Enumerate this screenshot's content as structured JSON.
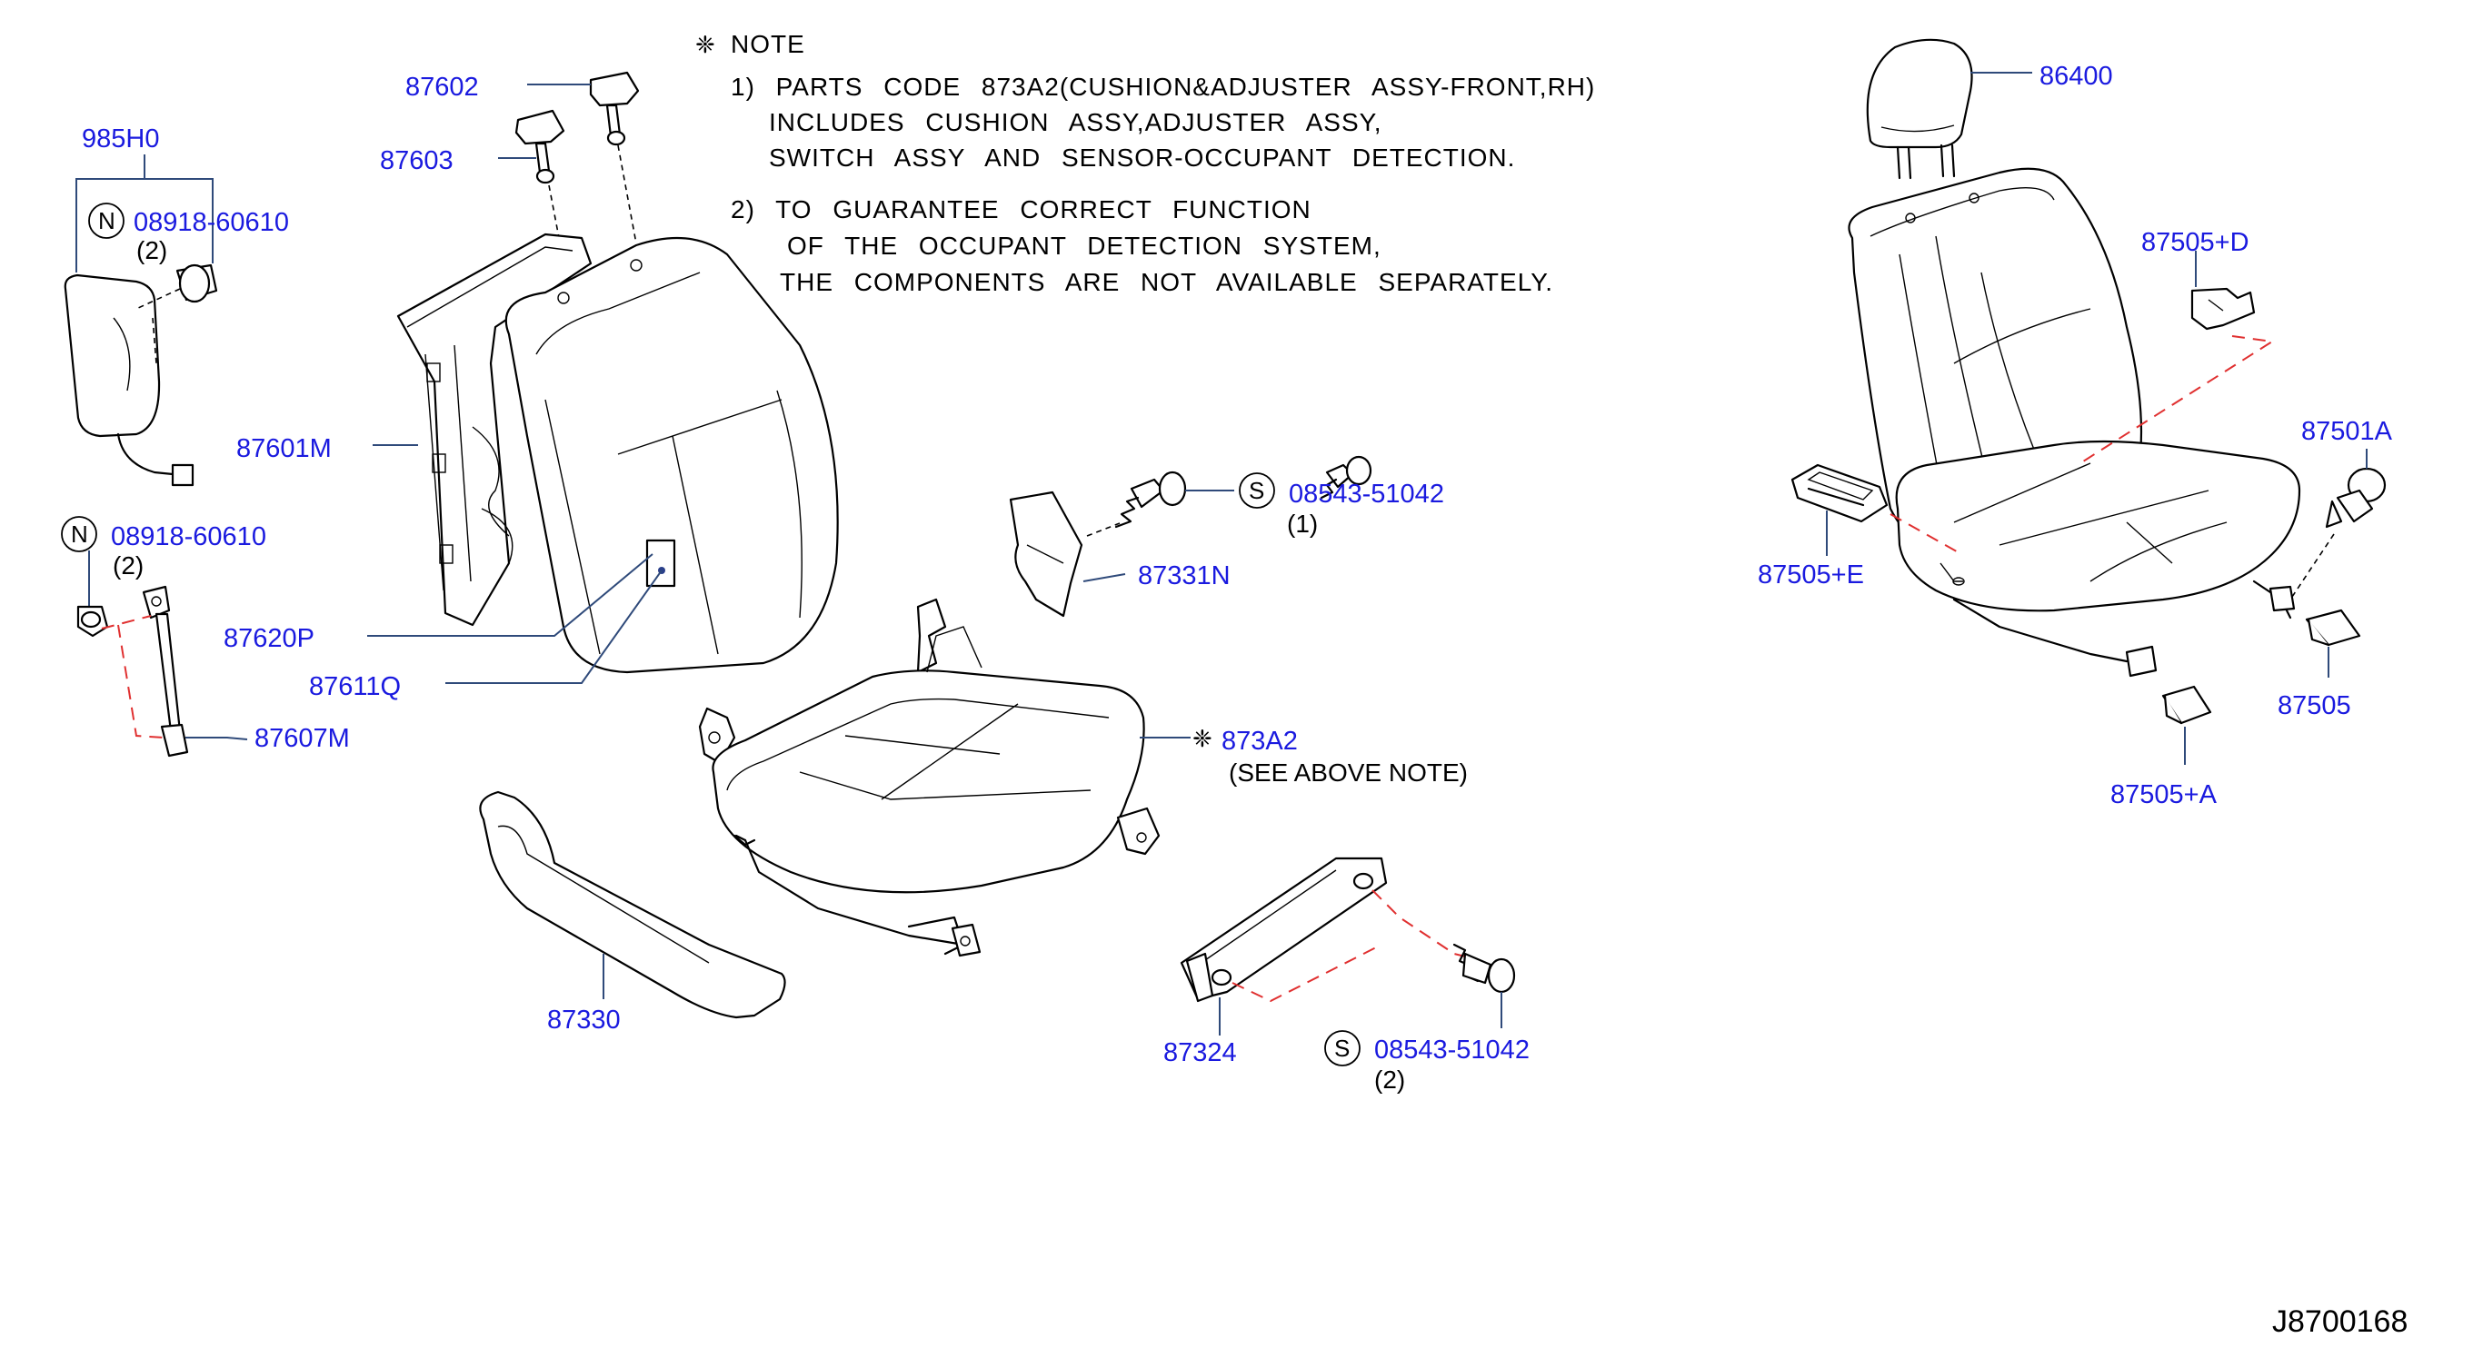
{
  "note": {
    "symbol": "❈",
    "title": "NOTE",
    "line1": "1)  PARTS  CODE  873A2(CUSHION&ADJUSTER  ASSY-FRONT,RH)",
    "line2": "INCLUDES  CUSHION  ASSY,ADJUSTER  ASSY,",
    "line3": "SWITCH  ASSY  AND  SENSOR-OCCUPANT  DETECTION.",
    "line4": "2)  TO  GUARANTEE  CORRECT  FUNCTION",
    "line5": "OF  THE  OCCUPANT  DETECTION  SYSTEM,",
    "line6": "THE  COMPONENTS  ARE  NOT  AVAILABLE  SEPARATELY."
  },
  "labels": {
    "p985H0": "985H0",
    "p87602": "87602",
    "p87603": "87603",
    "p87601M": "87601M",
    "p87620P": "87620P",
    "p87611Q": "87611Q",
    "p87607M": "87607M",
    "p87330": "87330",
    "p87331N": "87331N",
    "p873A2": "873A2",
    "see_note": "(SEE  ABOVE  NOTE)",
    "p87324": "87324",
    "p86400": "86400",
    "p87505D": "87505+D",
    "p87501A": "87501A",
    "p87505E": "87505+E",
    "p87505": "87505",
    "p87505A": "87505+A",
    "nut1_code": "08918-60610",
    "nut1_qty": "(2)",
    "nut2_code": "08918-60610",
    "nut2_qty": "(2)",
    "screw1_code": "08543-51042",
    "screw1_qty": "(1)",
    "screw2_code": "08543-51042",
    "screw2_qty": "(2)",
    "nut_symbol": "N",
    "screw_symbol": "S",
    "diagram_id": "J8700168",
    "star_symbol": "❈"
  }
}
